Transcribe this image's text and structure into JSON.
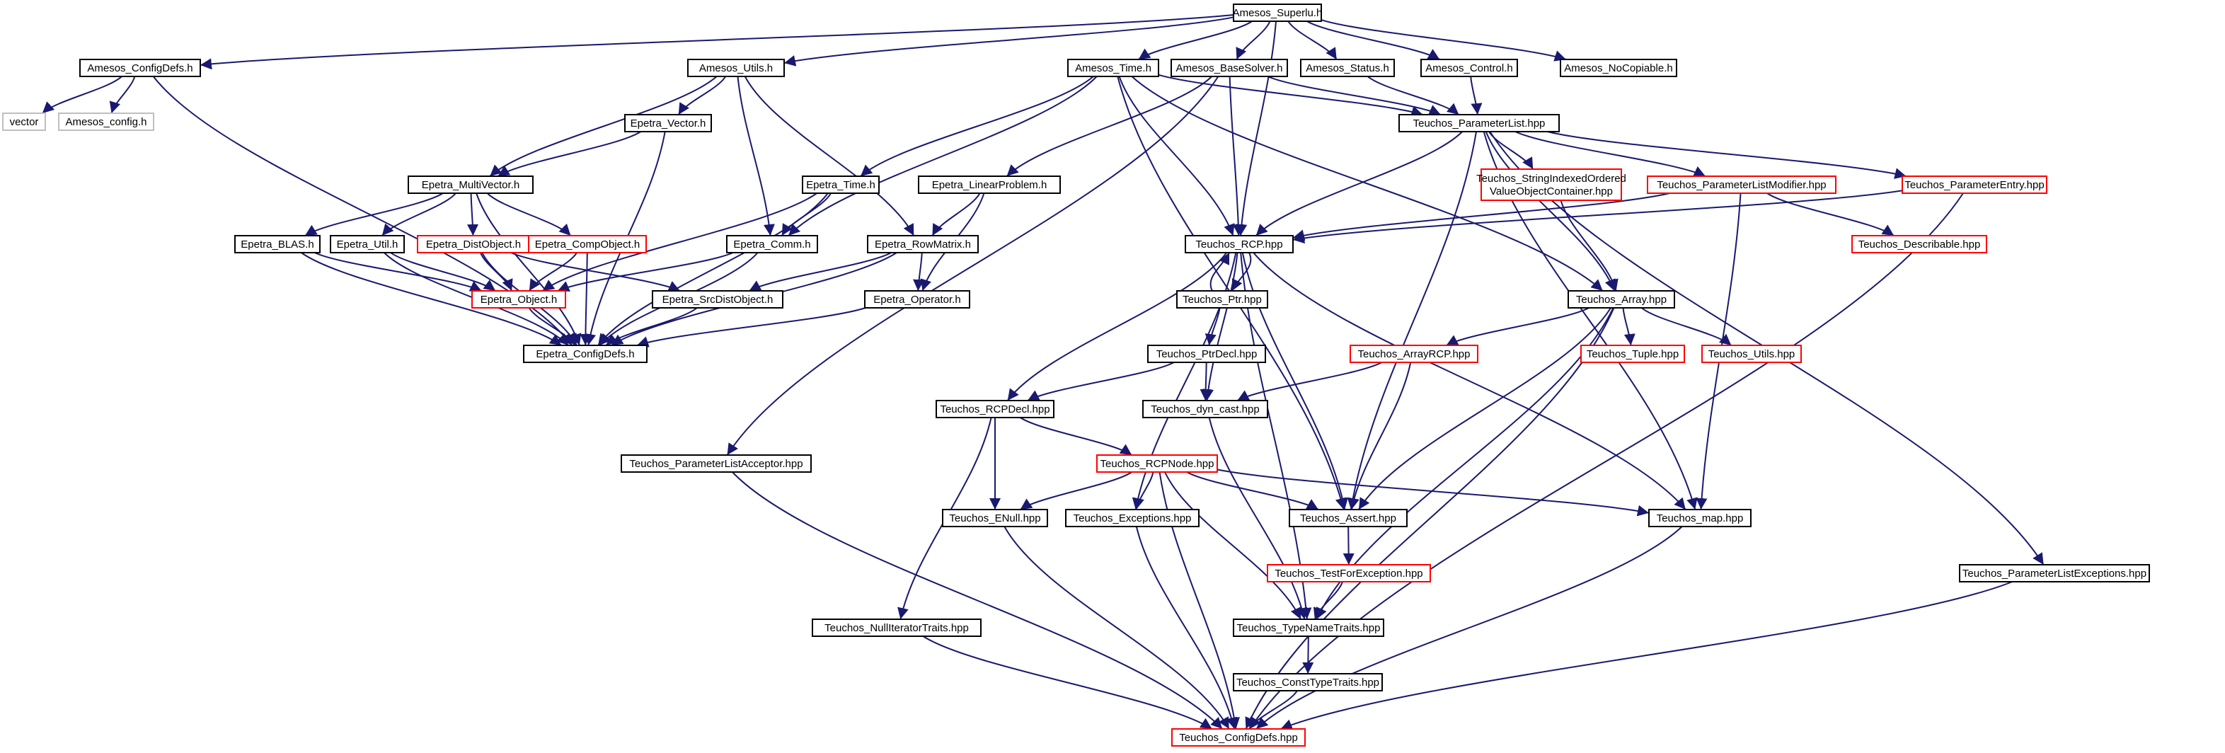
{
  "colors": {
    "edge": "#191970",
    "node_border_default": "#000000",
    "node_border_missing_source": "#ff0000",
    "node_border_external": "#bfbfbf",
    "root_fill": "#bfbfbf"
  },
  "nodes": [
    {
      "id": "amesos_superlu",
      "label": "Amesos_Superlu.h",
      "kind": "root"
    },
    {
      "id": "amesos_configdefs",
      "label": "Amesos_ConfigDefs.h",
      "kind": "normal"
    },
    {
      "id": "vector",
      "label": "vector",
      "kind": "external"
    },
    {
      "id": "amesos_config",
      "label": "Amesos_config.h",
      "kind": "external"
    },
    {
      "id": "amesos_utils",
      "label": "Amesos_Utils.h",
      "kind": "normal"
    },
    {
      "id": "amesos_time",
      "label": "Amesos_Time.h",
      "kind": "normal"
    },
    {
      "id": "amesos_basesolver",
      "label": "Amesos_BaseSolver.h",
      "kind": "normal"
    },
    {
      "id": "amesos_status",
      "label": "Amesos_Status.h",
      "kind": "normal"
    },
    {
      "id": "amesos_control",
      "label": "Amesos_Control.h",
      "kind": "normal"
    },
    {
      "id": "amesos_nocopiable",
      "label": "Amesos_NoCopiable.h",
      "kind": "normal"
    },
    {
      "id": "teuchos_parameterlist",
      "label": "Teuchos_ParameterList.hpp",
      "kind": "normal"
    },
    {
      "id": "epetra_vector",
      "label": "Epetra_Vector.h",
      "kind": "normal"
    },
    {
      "id": "epetra_multivector",
      "label": "Epetra_MultiVector.h",
      "kind": "normal"
    },
    {
      "id": "epetra_time",
      "label": "Epetra_Time.h",
      "kind": "normal"
    },
    {
      "id": "epetra_linearproblem",
      "label": "Epetra_LinearProblem.h",
      "kind": "normal"
    },
    {
      "id": "teuchos_sivoc",
      "label": "Teuchos_StringIndexedOrdered\nValueObjectContainer.hpp",
      "kind": "missing"
    },
    {
      "id": "teuchos_parameterlistmodifier",
      "label": "Teuchos_ParameterListModifier.hpp",
      "kind": "missing"
    },
    {
      "id": "teuchos_parameterentry",
      "label": "Teuchos_ParameterEntry.hpp",
      "kind": "missing"
    },
    {
      "id": "teuchos_rcp",
      "label": "Teuchos_RCP.hpp",
      "kind": "normal"
    },
    {
      "id": "teuchos_describable",
      "label": "Teuchos_Describable.hpp",
      "kind": "missing"
    },
    {
      "id": "epetra_blas",
      "label": "Epetra_BLAS.h",
      "kind": "normal"
    },
    {
      "id": "epetra_util",
      "label": "Epetra_Util.h",
      "kind": "normal"
    },
    {
      "id": "epetra_distobject",
      "label": "Epetra_DistObject.h",
      "kind": "missing"
    },
    {
      "id": "epetra_compobject",
      "label": "Epetra_CompObject.h",
      "kind": "missing"
    },
    {
      "id": "epetra_comm",
      "label": "Epetra_Comm.h",
      "kind": "normal"
    },
    {
      "id": "epetra_rowmatrix",
      "label": "Epetra_RowMatrix.h",
      "kind": "normal"
    },
    {
      "id": "epetra_object",
      "label": "Epetra_Object.h",
      "kind": "missing"
    },
    {
      "id": "epetra_srcdistobject",
      "label": "Epetra_SrcDistObject.h",
      "kind": "normal"
    },
    {
      "id": "epetra_operator",
      "label": "Epetra_Operator.h",
      "kind": "normal"
    },
    {
      "id": "teuchos_ptr",
      "label": "Teuchos_Ptr.hpp",
      "kind": "normal"
    },
    {
      "id": "teuchos_array",
      "label": "Teuchos_Array.hpp",
      "kind": "normal"
    },
    {
      "id": "epetra_configdefs",
      "label": "Epetra_ConfigDefs.h",
      "kind": "normal"
    },
    {
      "id": "teuchos_ptrdecl",
      "label": "Teuchos_PtrDecl.hpp",
      "kind": "normal"
    },
    {
      "id": "teuchos_arrayrcp",
      "label": "Teuchos_ArrayRCP.hpp",
      "kind": "missing"
    },
    {
      "id": "teuchos_tuple",
      "label": "Teuchos_Tuple.hpp",
      "kind": "missing"
    },
    {
      "id": "teuchos_utils",
      "label": "Teuchos_Utils.hpp",
      "kind": "missing"
    },
    {
      "id": "teuchos_rcpdecl",
      "label": "Teuchos_RCPDecl.hpp",
      "kind": "normal"
    },
    {
      "id": "teuchos_dyn_cast",
      "label": "Teuchos_dyn_cast.hpp",
      "kind": "normal"
    },
    {
      "id": "teuchos_placcept",
      "label": "Teuchos_ParameterListAcceptor.hpp",
      "kind": "normal"
    },
    {
      "id": "teuchos_rcpnode",
      "label": "Teuchos_RCPNode.hpp",
      "kind": "missing"
    },
    {
      "id": "teuchos_enull",
      "label": "Teuchos_ENull.hpp",
      "kind": "normal"
    },
    {
      "id": "teuchos_exceptions",
      "label": "Teuchos_Exceptions.hpp",
      "kind": "normal"
    },
    {
      "id": "teuchos_assert",
      "label": "Teuchos_Assert.hpp",
      "kind": "normal"
    },
    {
      "id": "teuchos_map",
      "label": "Teuchos_map.hpp",
      "kind": "normal"
    },
    {
      "id": "teuchos_plexceptions",
      "label": "Teuchos_ParameterListExceptions.hpp",
      "kind": "normal"
    },
    {
      "id": "teuchos_testforexception",
      "label": "Teuchos_TestForException.hpp",
      "kind": "missing"
    },
    {
      "id": "teuchos_nulliter",
      "label": "Teuchos_NullIteratorTraits.hpp",
      "kind": "normal"
    },
    {
      "id": "teuchos_typenametraits",
      "label": "Teuchos_TypeNameTraits.hpp",
      "kind": "normal"
    },
    {
      "id": "teuchos_consttypetraits",
      "label": "Teuchos_ConstTypeTraits.hpp",
      "kind": "normal"
    },
    {
      "id": "teuchos_configdefs",
      "label": "Teuchos_ConfigDefs.hpp",
      "kind": "missing"
    }
  ],
  "edges": [
    [
      "amesos_superlu",
      "amesos_configdefs"
    ],
    [
      "amesos_superlu",
      "amesos_utils"
    ],
    [
      "amesos_superlu",
      "amesos_time"
    ],
    [
      "amesos_superlu",
      "amesos_basesolver"
    ],
    [
      "amesos_superlu",
      "amesos_status"
    ],
    [
      "amesos_superlu",
      "amesos_control"
    ],
    [
      "amesos_superlu",
      "amesos_nocopiable"
    ],
    [
      "amesos_superlu",
      "teuchos_rcp"
    ],
    [
      "amesos_configdefs",
      "vector"
    ],
    [
      "amesos_configdefs",
      "amesos_config"
    ],
    [
      "amesos_configdefs",
      "epetra_configdefs"
    ],
    [
      "amesos_utils",
      "epetra_vector"
    ],
    [
      "amesos_utils",
      "epetra_multivector"
    ],
    [
      "amesos_utils",
      "epetra_comm"
    ],
    [
      "amesos_utils",
      "epetra_rowmatrix"
    ],
    [
      "amesos_time",
      "epetra_time"
    ],
    [
      "amesos_time",
      "epetra_comm"
    ],
    [
      "amesos_time",
      "teuchos_rcp"
    ],
    [
      "amesos_time",
      "teuchos_parameterlist"
    ],
    [
      "amesos_time",
      "teuchos_array"
    ],
    [
      "amesos_time",
      "teuchos_assert"
    ],
    [
      "amesos_basesolver",
      "epetra_linearproblem"
    ],
    [
      "amesos_basesolver",
      "teuchos_parameterlist"
    ],
    [
      "amesos_basesolver",
      "teuchos_placcept"
    ],
    [
      "amesos_basesolver",
      "teuchos_rcp"
    ],
    [
      "amesos_status",
      "teuchos_parameterlist"
    ],
    [
      "amesos_control",
      "teuchos_parameterlist"
    ],
    [
      "epetra_vector",
      "epetra_multivector"
    ],
    [
      "epetra_vector",
      "epetra_configdefs"
    ],
    [
      "epetra_multivector",
      "epetra_blas"
    ],
    [
      "epetra_multivector",
      "epetra_util"
    ],
    [
      "epetra_multivector",
      "epetra_distobject"
    ],
    [
      "epetra_multivector",
      "epetra_compobject"
    ],
    [
      "epetra_multivector",
      "epetra_configdefs"
    ],
    [
      "epetra_time",
      "epetra_comm"
    ],
    [
      "epetra_time",
      "epetra_object"
    ],
    [
      "epetra_time",
      "epetra_configdefs"
    ],
    [
      "epetra_linearproblem",
      "epetra_rowmatrix"
    ],
    [
      "epetra_linearproblem",
      "epetra_operator"
    ],
    [
      "epetra_blas",
      "epetra_object"
    ],
    [
      "epetra_blas",
      "epetra_configdefs"
    ],
    [
      "epetra_util",
      "epetra_object"
    ],
    [
      "epetra_util",
      "epetra_configdefs"
    ],
    [
      "epetra_distobject",
      "epetra_object"
    ],
    [
      "epetra_distobject",
      "epetra_srcdistobject"
    ],
    [
      "epetra_distobject",
      "epetra_configdefs"
    ],
    [
      "epetra_compobject",
      "epetra_object"
    ],
    [
      "epetra_compobject",
      "epetra_configdefs"
    ],
    [
      "epetra_comm",
      "epetra_object"
    ],
    [
      "epetra_comm",
      "epetra_configdefs"
    ],
    [
      "epetra_rowmatrix",
      "epetra_srcdistobject"
    ],
    [
      "epetra_rowmatrix",
      "epetra_operator"
    ],
    [
      "epetra_rowmatrix",
      "epetra_configdefs"
    ],
    [
      "epetra_object",
      "epetra_configdefs"
    ],
    [
      "epetra_srcdistobject",
      "epetra_configdefs"
    ],
    [
      "epetra_operator",
      "epetra_configdefs"
    ],
    [
      "teuchos_parameterlist",
      "teuchos_sivoc"
    ],
    [
      "teuchos_parameterlist",
      "teuchos_parameterlistmodifier"
    ],
    [
      "teuchos_parameterlist",
      "teuchos_parameterentry"
    ],
    [
      "teuchos_parameterlist",
      "teuchos_rcp"
    ],
    [
      "teuchos_parameterlist",
      "teuchos_array"
    ],
    [
      "teuchos_parameterlist",
      "teuchos_assert"
    ],
    [
      "teuchos_parameterlist",
      "teuchos_map"
    ],
    [
      "teuchos_parameterlist",
      "teuchos_plexceptions"
    ],
    [
      "teuchos_sivoc",
      "teuchos_array"
    ],
    [
      "teuchos_parameterlistmodifier",
      "teuchos_rcp"
    ],
    [
      "teuchos_parameterlistmodifier",
      "teuchos_describable"
    ],
    [
      "teuchos_parameterlistmodifier",
      "teuchos_map"
    ],
    [
      "teuchos_parameterentry",
      "teuchos_rcp"
    ],
    [
      "teuchos_parameterentry",
      "teuchos_configdefs"
    ],
    [
      "teuchos_rcp",
      "teuchos_ptr"
    ],
    [
      "teuchos_rcp",
      "teuchos_rcpdecl"
    ],
    [
      "teuchos_rcp",
      "teuchos_dyn_cast"
    ],
    [
      "teuchos_rcp",
      "teuchos_exceptions"
    ],
    [
      "teuchos_rcp",
      "teuchos_assert"
    ],
    [
      "teuchos_rcp",
      "teuchos_map"
    ],
    [
      "teuchos_rcp",
      "teuchos_typenametraits"
    ],
    [
      "teuchos_ptr",
      "teuchos_rcp"
    ],
    [
      "teuchos_ptr",
      "teuchos_ptrdecl"
    ],
    [
      "teuchos_ptrdecl",
      "teuchos_rcpdecl"
    ],
    [
      "teuchos_ptrdecl",
      "teuchos_dyn_cast"
    ],
    [
      "teuchos_array",
      "teuchos_arrayrcp"
    ],
    [
      "teuchos_array",
      "teuchos_tuple"
    ],
    [
      "teuchos_array",
      "teuchos_utils"
    ],
    [
      "teuchos_array",
      "teuchos_assert"
    ],
    [
      "teuchos_array",
      "teuchos_typenametraits"
    ],
    [
      "teuchos_array",
      "teuchos_configdefs"
    ],
    [
      "teuchos_arrayrcp",
      "teuchos_dyn_cast"
    ],
    [
      "teuchos_arrayrcp",
      "teuchos_assert"
    ],
    [
      "teuchos_rcpdecl",
      "teuchos_rcpnode"
    ],
    [
      "teuchos_rcpdecl",
      "teuchos_enull"
    ],
    [
      "teuchos_rcpdecl",
      "teuchos_nulliter"
    ],
    [
      "teuchos_dyn_cast",
      "teuchos_typenametraits"
    ],
    [
      "teuchos_rcpnode",
      "teuchos_enull"
    ],
    [
      "teuchos_rcpnode",
      "teuchos_exceptions"
    ],
    [
      "teuchos_rcpnode",
      "teuchos_assert"
    ],
    [
      "teuchos_rcpnode",
      "teuchos_map"
    ],
    [
      "teuchos_rcpnode",
      "teuchos_typenametraits"
    ],
    [
      "teuchos_rcpnode",
      "teuchos_configdefs"
    ],
    [
      "teuchos_assert",
      "teuchos_testforexception"
    ],
    [
      "teuchos_testforexception",
      "teuchos_typenametraits"
    ],
    [
      "teuchos_typenametraits",
      "teuchos_consttypetraits"
    ],
    [
      "teuchos_consttypetraits",
      "teuchos_configdefs"
    ],
    [
      "teuchos_enull",
      "teuchos_configdefs"
    ],
    [
      "teuchos_exceptions",
      "teuchos_configdefs"
    ],
    [
      "teuchos_map",
      "teuchos_configdefs"
    ],
    [
      "teuchos_nulliter",
      "teuchos_configdefs"
    ],
    [
      "teuchos_placcept",
      "teuchos_configdefs"
    ],
    [
      "teuchos_plexceptions",
      "teuchos_configdefs"
    ]
  ]
}
